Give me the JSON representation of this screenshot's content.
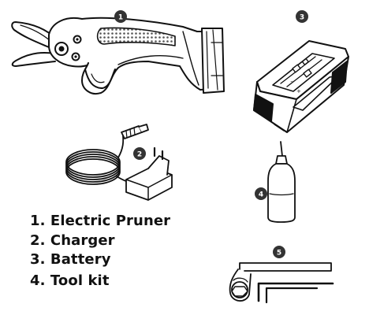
{
  "badges": {
    "pruner": "1",
    "charger": "2",
    "battery": "3",
    "oil_bottle": "4",
    "hex_key": "5"
  },
  "legend": {
    "items": [
      "1. Electric Pruner",
      "2. Charger",
      "3. Battery",
      "4. Tool kit"
    ]
  },
  "colors": {
    "outline": "#111111",
    "badge_fill": "#333333",
    "badge_text": "#ffffff",
    "grip_texture": "#555555"
  },
  "icons": {
    "pruner": "electric-pruner-illustration",
    "battery": "battery-pack-illustration",
    "charger": "charger-illustration",
    "oil_bottle": "oil-bottle-illustration",
    "hex_key": "hex-key-wrench-illustration"
  }
}
